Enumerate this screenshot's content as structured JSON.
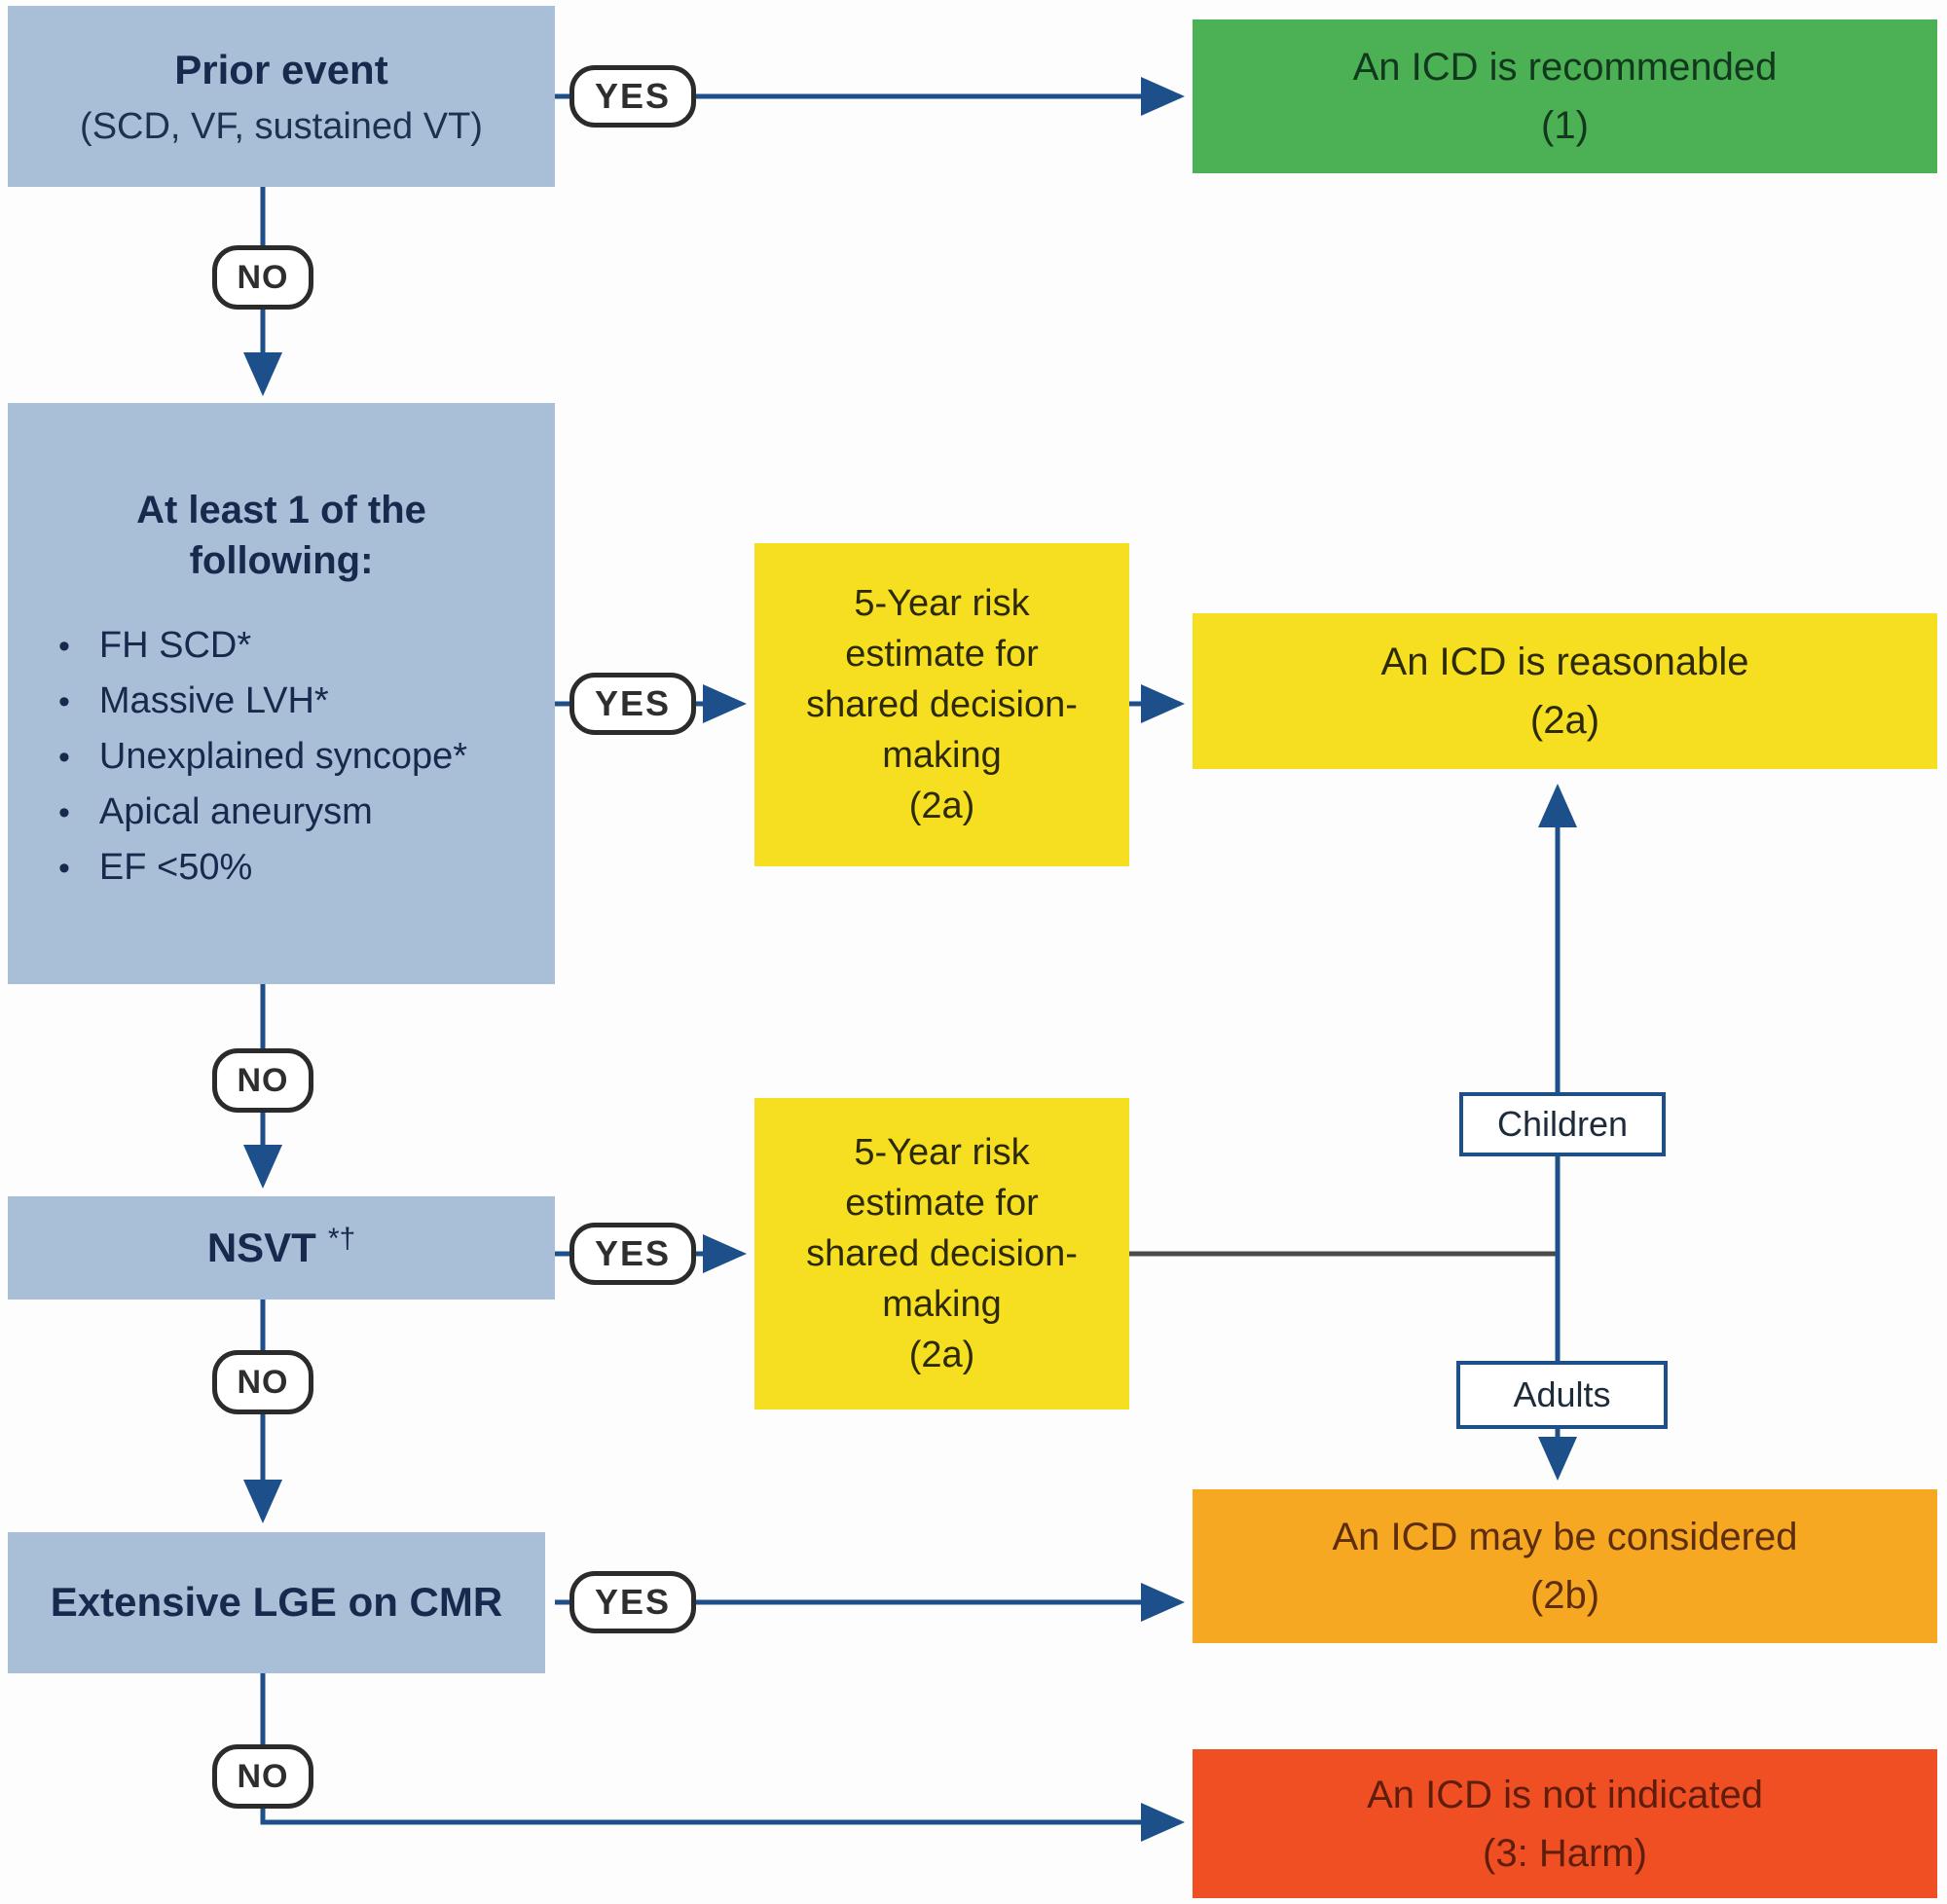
{
  "labels": {
    "yes": "YES",
    "no": "NO",
    "children": "Children",
    "adults": "Adults"
  },
  "nodes": {
    "prior_event": {
      "title": "Prior event",
      "subtitle": "(SCD, VF, sustained VT)"
    },
    "criteria": {
      "title_lines": [
        "At least 1 of the",
        "following:"
      ],
      "bullets": [
        "FH SCD*",
        "Massive LVH*",
        "Unexplained syncope*",
        "Apical aneurysm",
        "EF <50%"
      ]
    },
    "nsvt": {
      "title": "NSVT",
      "marker": "*†"
    },
    "lge": {
      "title": "Extensive LGE on CMR"
    },
    "risk_upper": {
      "lines": [
        "5-Year risk",
        "estimate for",
        "shared decision-",
        "making",
        "(2a)"
      ]
    },
    "risk_lower": {
      "lines": [
        "5-Year risk",
        "estimate for",
        "shared decision-",
        "making",
        "(2a)"
      ]
    },
    "icd_recommended": {
      "lines": [
        "An ICD is recommended",
        "(1)"
      ]
    },
    "icd_reasonable": {
      "lines": [
        "An ICD is reasonable",
        "(2a)"
      ]
    },
    "icd_considered": {
      "lines": [
        "An ICD may be considered",
        "(2b)"
      ]
    },
    "icd_not_indicated": {
      "lines": [
        "An ICD is not indicated",
        "(3: Harm)"
      ]
    }
  },
  "colors": {
    "decision_fill": "#a9bfd7",
    "recommended_fill": "#4cb054",
    "reasonable_fill": "#f6df20",
    "considered_fill": "#f7a823",
    "not_indicated_fill": "#f04f24",
    "connector": "#1d4f8a",
    "connector_alt": "#4a4a4b"
  }
}
